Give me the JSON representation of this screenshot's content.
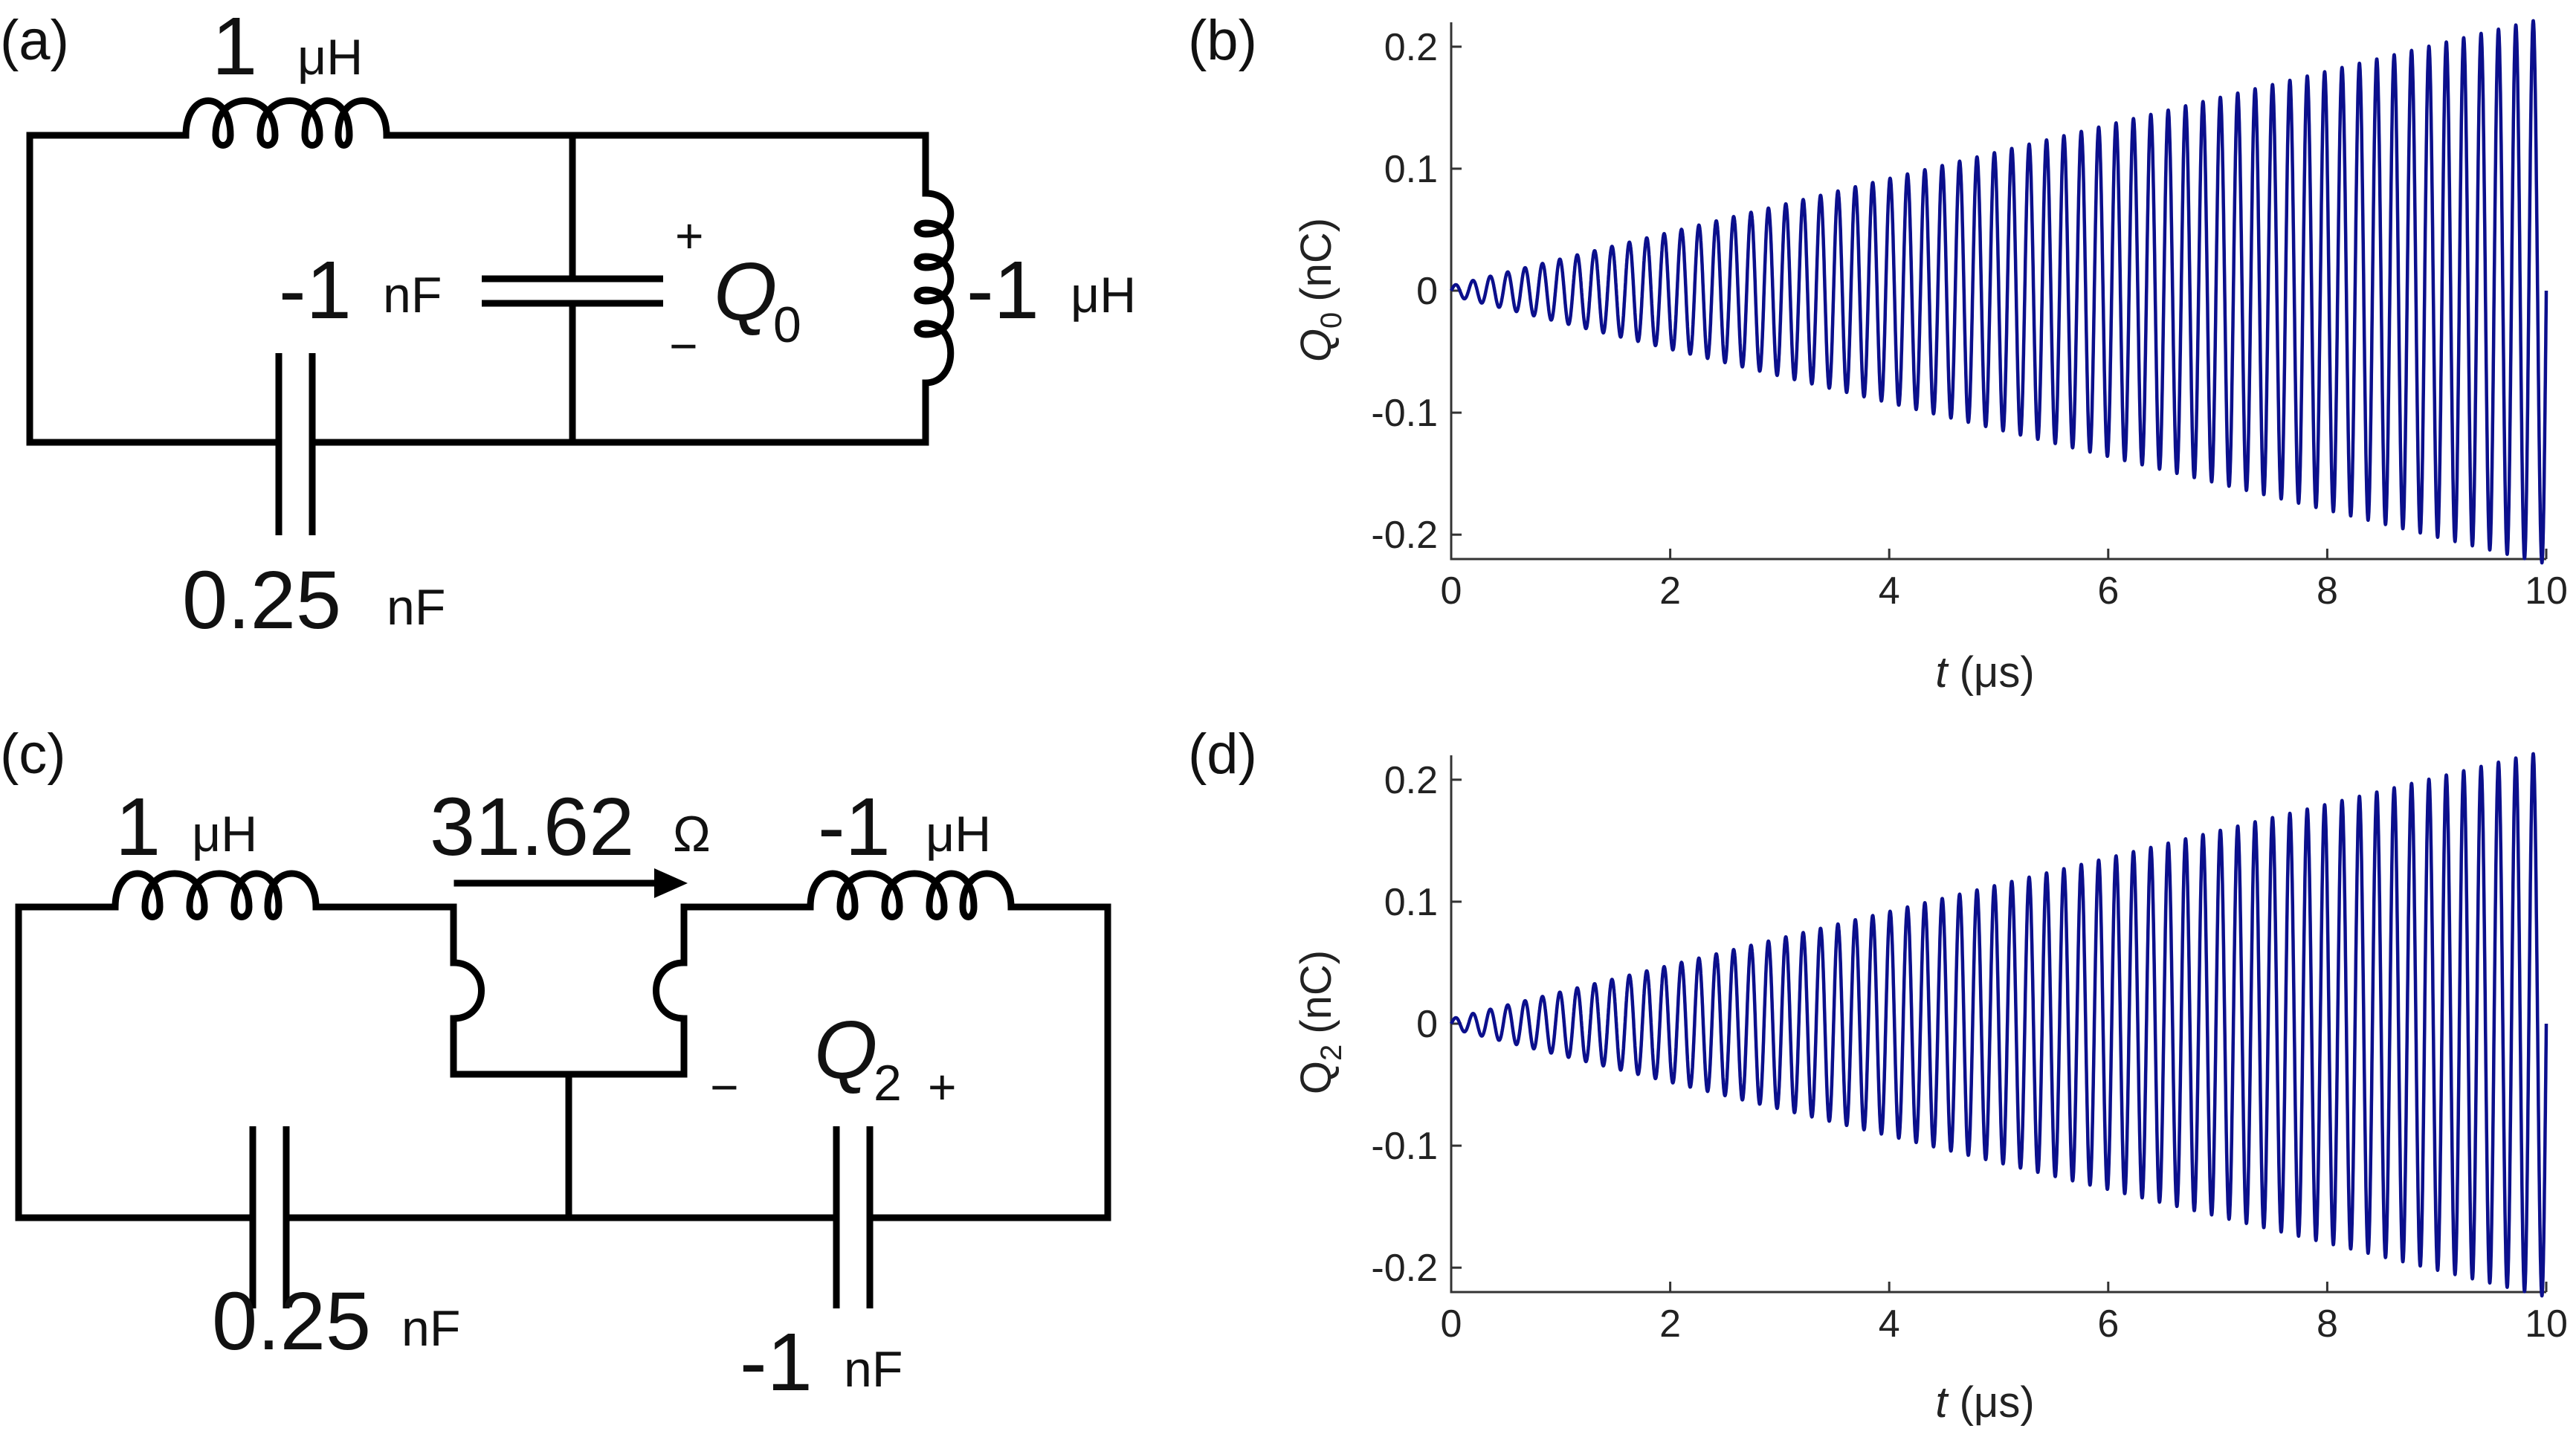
{
  "panels": {
    "a": {
      "tag": "(a)",
      "inductor_top": {
        "value": "1",
        "unit": "μH"
      },
      "capacitor_mid": {
        "value": "-1",
        "unit": "nF"
      },
      "charge_label": {
        "symbol": "Q",
        "sub": "0",
        "plus": "+",
        "minus": "−"
      },
      "inductor_right": {
        "value": "-1",
        "unit": "μH"
      },
      "capacitor_bottom": {
        "value": "0.25",
        "unit": "nF"
      }
    },
    "b": {
      "tag": "(b)",
      "ylabel": {
        "symbol": "Q",
        "sub": "0",
        "unit": "(nC)"
      },
      "xlabel": {
        "symbol": "t",
        "unit": "(μs)"
      }
    },
    "c": {
      "tag": "(c)",
      "inductor_left": {
        "value": "1",
        "unit": "μH"
      },
      "gyrator": {
        "value": "31.62",
        "unit": "Ω"
      },
      "inductor_right": {
        "value": "-1",
        "unit": "μH"
      },
      "charge_label": {
        "symbol": "Q",
        "sub": "2",
        "plus": "+",
        "minus": "−"
      },
      "capacitor_left": {
        "value": "0.25",
        "unit": "nF"
      },
      "capacitor_right": {
        "value": "-1",
        "unit": "nF"
      }
    },
    "d": {
      "tag": "(d)",
      "ylabel": {
        "symbol": "Q",
        "sub": "2",
        "unit": "(nC)"
      },
      "xlabel": {
        "symbol": "t",
        "unit": "(μs)"
      }
    }
  },
  "colors": {
    "trace": "#0b0f8c",
    "ink": "#000000"
  },
  "chart_data": [
    {
      "panel": "b",
      "type": "line",
      "xlabel": "t (μs)",
      "ylabel": "Q0 (nC)",
      "xlim": [
        0,
        10
      ],
      "ylim": [
        -0.22,
        0.22
      ],
      "x_ticks": [
        0,
        2,
        4,
        6,
        8,
        10
      ],
      "x_tick_labels": [
        "0",
        "2",
        "4",
        "6",
        "8",
        "10"
      ],
      "y_ticks": [
        0.2,
        0.1,
        0,
        -0.1,
        -0.2
      ],
      "y_tick_labels": [
        "0.2",
        "0.1",
        "0",
        "-0.1",
        "-0.2"
      ],
      "series": [
        {
          "model": "growing oscillation",
          "envelope_slope_nC_per_us": 0.022,
          "frequency_MHz": 6.3,
          "color": "#0b0f8c"
        }
      ],
      "grid": false
    },
    {
      "panel": "d",
      "type": "line",
      "xlabel": "t (μs)",
      "ylabel": "Q2 (nC)",
      "xlim": [
        0,
        10
      ],
      "ylim": [
        -0.22,
        0.22
      ],
      "x_ticks": [
        0,
        2,
        4,
        6,
        8,
        10
      ],
      "x_tick_labels": [
        "0",
        "2",
        "4",
        "6",
        "8",
        "10"
      ],
      "y_ticks": [
        0.2,
        0.1,
        0,
        -0.1,
        -0.2
      ],
      "y_tick_labels": [
        "0.2",
        "0.1",
        "0",
        "-0.1",
        "-0.2"
      ],
      "series": [
        {
          "model": "growing oscillation",
          "envelope_slope_nC_per_us": 0.022,
          "frequency_MHz": 6.3,
          "color": "#0b0f8c"
        }
      ],
      "grid": false
    }
  ]
}
